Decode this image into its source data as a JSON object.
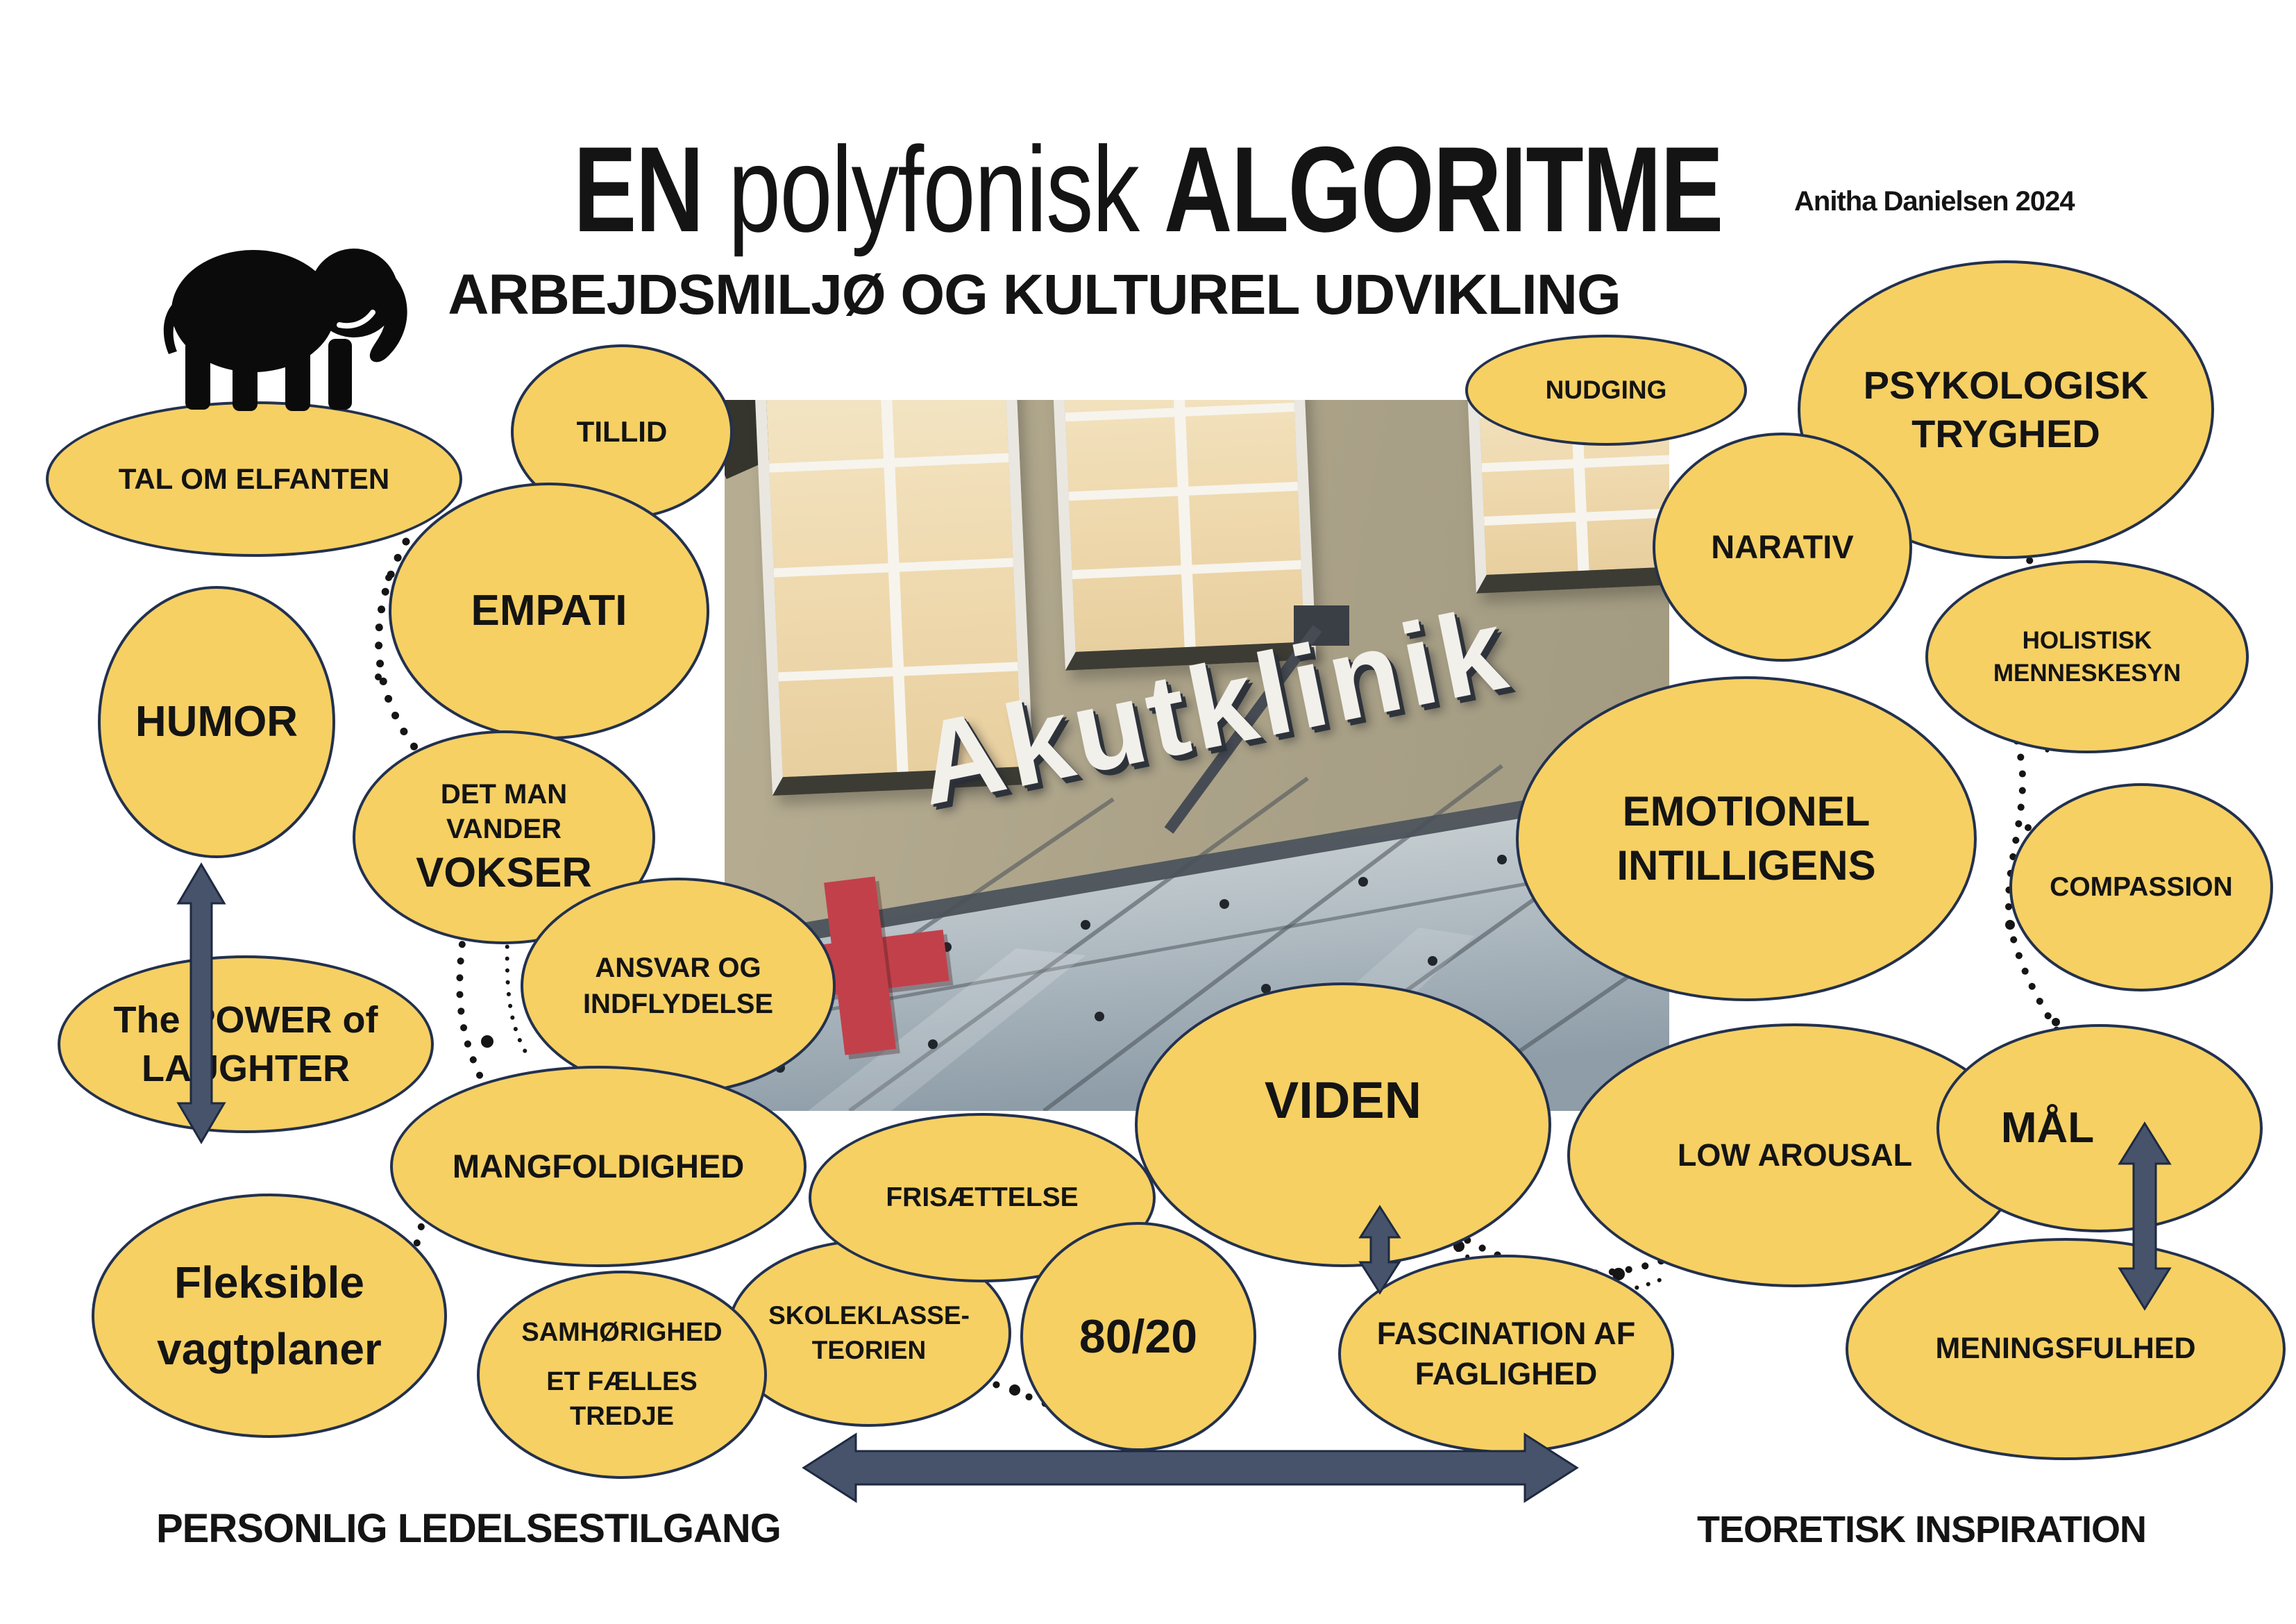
{
  "title": {
    "part1": "EN",
    "part2": "polyfonisk",
    "part3": "ALGORITME",
    "author": "Anitha Danielsen 2024"
  },
  "subtitle": "ARBEJDSMILJØ OG KULTUREL UDVIKLING",
  "footer": {
    "left": "PERSONLIG LEDELSESTILGANG",
    "right": "TEORETISK INSPIRATION"
  },
  "photo": {
    "sign_text": "Akutklinik"
  },
  "bubbles": {
    "tal": {
      "lines": [
        "TAL OM ELFANTEN"
      ]
    },
    "tillid": {
      "lines": [
        "TILLID"
      ]
    },
    "empati": {
      "lines": [
        "EMPATI"
      ]
    },
    "humor": {
      "lines": [
        "HUMOR"
      ]
    },
    "detman": {
      "lines": [
        "DET MAN",
        "VANDER",
        "VOKSER"
      ]
    },
    "ansvar": {
      "lines": [
        "ANSVAR OG",
        "INDFLYDELSE"
      ]
    },
    "power": {
      "lines": [
        "The POWER of",
        "LAUGHTER"
      ]
    },
    "mangfoldighed": {
      "lines": [
        "MANGFOLDIGHED"
      ]
    },
    "fleksible": {
      "lines": [
        "Fleksible",
        "vagtplaner"
      ]
    },
    "samhoerighed": {
      "lines": [
        "SAMHØRIGHED",
        "ET FÆLLES",
        "TREDJE"
      ]
    },
    "skoleklasse": {
      "lines": [
        "SKOLEKLASSE-",
        "TEORIEN"
      ]
    },
    "frisaettelse": {
      "lines": [
        "FRISÆTTELSE"
      ]
    },
    "eighty": {
      "lines": [
        "80/20"
      ]
    },
    "viden": {
      "lines": [
        "VIDEN"
      ]
    },
    "fascination": {
      "lines": [
        "FASCINATION AF",
        "FAGLIGHED"
      ]
    },
    "nudging": {
      "lines": [
        "NUDGING"
      ]
    },
    "psykologisk": {
      "lines": [
        "PSYKOLOGISK",
        "TRYGHED"
      ]
    },
    "narativ": {
      "lines": [
        "NARATIV"
      ]
    },
    "holistisk": {
      "lines": [
        "HOLISTISK",
        "MENNESKESYN"
      ]
    },
    "emotionel": {
      "lines": [
        "EMOTIONEL",
        "INTILLIGENS"
      ]
    },
    "compassion": {
      "lines": [
        "COMPASSION"
      ]
    },
    "lowarousal": {
      "lines": [
        "LOW AROUSAL"
      ]
    },
    "maal": {
      "lines": [
        "MÅL"
      ]
    },
    "meningsfulhed": {
      "lines": [
        "MENINGSFULHED"
      ]
    }
  },
  "colors": {
    "bubble_fill": "#F6D063",
    "bubble_border": "#23314E",
    "arrow_fill": "#46536A",
    "arrow_border": "#1E2A42",
    "text": "#141414",
    "photo_wall": "#ACA389",
    "photo_glass": "#AEB9BF",
    "cross_red": "#C2404A"
  }
}
